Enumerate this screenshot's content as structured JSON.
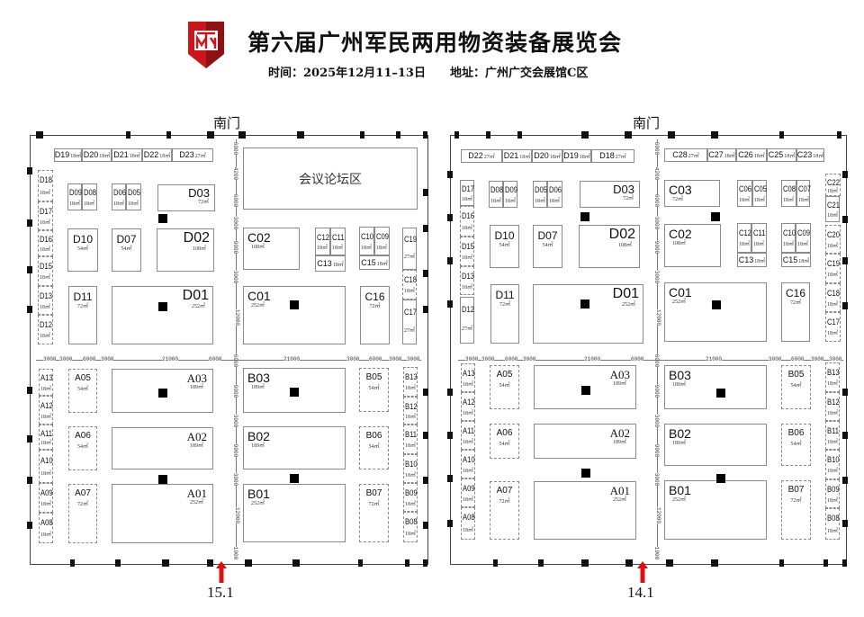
{
  "header": {
    "title": "第六届广州军民两用物资装备展览会",
    "time": "时间：2025年12月11–13日",
    "address": "地址：广州广交会展馆C区",
    "logo_text": "JM",
    "logo_color": "#c8161d"
  },
  "colors": {
    "pillar": "#000000",
    "entrance_arrow": "#e01010",
    "booth_border": "#8a8a8a"
  },
  "halls": [
    {
      "gate": "南门",
      "entrance": "15.1",
      "forum": "会议论坛区",
      "dims": {
        "vertical": [
          "6000",
          "4200",
          "6000",
          "3000",
          "9000",
          "3000",
          "12000",
          "6000",
          "9000",
          "3000",
          "9000",
          "3000",
          "12000",
          "1000"
        ],
        "horizontal": [
          "3000",
          "3000",
          "6000",
          "3000",
          "21000",
          "6000",
          "21000",
          "3000",
          "6000",
          "3000",
          "3000"
        ]
      },
      "booths": [
        {
          "id": "D19",
          "area": "18㎡"
        },
        {
          "id": "D20",
          "area": "18㎡"
        },
        {
          "id": "D21",
          "area": "18㎡"
        },
        {
          "id": "D22",
          "area": "18㎡"
        },
        {
          "id": "D23",
          "area": "27㎡"
        },
        {
          "id": "D18",
          "area": "18㎡"
        },
        {
          "id": "D17",
          "area": "18㎡"
        },
        {
          "id": "D16",
          "area": "18㎡"
        },
        {
          "id": "D15",
          "area": "18㎡"
        },
        {
          "id": "D13",
          "area": "18㎡"
        },
        {
          "id": "D12",
          "area": "18㎡"
        },
        {
          "id": "D09",
          "area": "18㎡"
        },
        {
          "id": "D08",
          "area": "18㎡"
        },
        {
          "id": "D06",
          "area": "18㎡"
        },
        {
          "id": "D05",
          "area": "18㎡"
        },
        {
          "id": "D03",
          "area": "72㎡"
        },
        {
          "id": "D10",
          "area": "54㎡"
        },
        {
          "id": "D07",
          "area": "54㎡"
        },
        {
          "id": "D02",
          "area": "108㎡"
        },
        {
          "id": "D11",
          "area": "72㎡"
        },
        {
          "id": "D01",
          "area": "252㎡"
        },
        {
          "id": "C02",
          "area": "108㎡"
        },
        {
          "id": "C12",
          "area": "18㎡"
        },
        {
          "id": "C11",
          "area": "18㎡"
        },
        {
          "id": "C13",
          "area": "18㎡"
        },
        {
          "id": "C10",
          "area": "18㎡"
        },
        {
          "id": "C09",
          "area": "18㎡"
        },
        {
          "id": "C15",
          "area": "18㎡"
        },
        {
          "id": "C19",
          "area": "27㎡"
        },
        {
          "id": "C18",
          "area": "18㎡"
        },
        {
          "id": "C17",
          "area": "27㎡"
        },
        {
          "id": "C01",
          "area": "252㎡"
        },
        {
          "id": "C16",
          "area": "72㎡"
        },
        {
          "id": "A13",
          "area": "18㎡"
        },
        {
          "id": "A12",
          "area": "18㎡"
        },
        {
          "id": "A11",
          "area": "18㎡"
        },
        {
          "id": "A10",
          "area": "18㎡"
        },
        {
          "id": "A09",
          "area": "18㎡"
        },
        {
          "id": "A08",
          "area": "18㎡"
        },
        {
          "id": "A05",
          "area": "54㎡"
        },
        {
          "id": "A06",
          "area": "54㎡"
        },
        {
          "id": "A07",
          "area": "72㎡"
        },
        {
          "id": "A03",
          "area": "189㎡"
        },
        {
          "id": "A02",
          "area": "189㎡"
        },
        {
          "id": "A01",
          "area": "252㎡"
        },
        {
          "id": "B03",
          "area": "189㎡"
        },
        {
          "id": "B02",
          "area": "189㎡"
        },
        {
          "id": "B01",
          "area": "252㎡"
        },
        {
          "id": "B05",
          "area": "54㎡"
        },
        {
          "id": "B06",
          "area": "54㎡"
        },
        {
          "id": "B07",
          "area": "72㎡"
        },
        {
          "id": "B13",
          "area": "18㎡"
        },
        {
          "id": "B12",
          "area": "18㎡"
        },
        {
          "id": "B11",
          "area": "18㎡"
        },
        {
          "id": "B10",
          "area": "18㎡"
        },
        {
          "id": "B09",
          "area": "18㎡"
        },
        {
          "id": "B08",
          "area": "18㎡"
        }
      ]
    },
    {
      "gate": "南门",
      "entrance": "14.1",
      "dims": {
        "vertical": [
          "6000",
          "4200",
          "6000",
          "3000",
          "9000",
          "3000",
          "12000",
          "6000",
          "9000",
          "3000",
          "9000",
          "3000",
          "12000",
          "1000"
        ],
        "horizontal": [
          "3000",
          "3000",
          "6000",
          "3000",
          "21000",
          "6000",
          "21000",
          "3000",
          "6000",
          "3000",
          "3000"
        ]
      },
      "booths": [
        {
          "id": "D22",
          "area": "27㎡"
        },
        {
          "id": "D21",
          "area": "18㎡"
        },
        {
          "id": "D20",
          "area": "18㎡"
        },
        {
          "id": "D19",
          "area": "18㎡"
        },
        {
          "id": "D18",
          "area": "27㎡"
        },
        {
          "id": "D17",
          "area": "18㎡"
        },
        {
          "id": "D16",
          "area": "18㎡"
        },
        {
          "id": "D15",
          "area": "18㎡"
        },
        {
          "id": "D13",
          "area": "18㎡"
        },
        {
          "id": "D12",
          "area": "27㎡"
        },
        {
          "id": "D08",
          "area": "18㎡"
        },
        {
          "id": "D09",
          "area": "18㎡"
        },
        {
          "id": "D05",
          "area": "18㎡"
        },
        {
          "id": "D06",
          "area": "18㎡"
        },
        {
          "id": "D03",
          "area": "72㎡"
        },
        {
          "id": "D10",
          "area": "54㎡"
        },
        {
          "id": "D07",
          "area": "54㎡"
        },
        {
          "id": "D02",
          "area": "108㎡"
        },
        {
          "id": "D11",
          "area": "72㎡"
        },
        {
          "id": "D01",
          "area": "252㎡"
        },
        {
          "id": "C28",
          "area": "27㎡"
        },
        {
          "id": "C27",
          "area": "18㎡"
        },
        {
          "id": "C26",
          "area": "18㎡"
        },
        {
          "id": "C25",
          "area": "18㎡"
        },
        {
          "id": "C23",
          "area": "18㎡"
        },
        {
          "id": "C22",
          "area": "18㎡"
        },
        {
          "id": "C21",
          "area": "18㎡"
        },
        {
          "id": "C20",
          "area": "18㎡"
        },
        {
          "id": "C19",
          "area": "18㎡"
        },
        {
          "id": "C18",
          "area": "18㎡"
        },
        {
          "id": "C17",
          "area": "18㎡"
        },
        {
          "id": "C03",
          "area": "72㎡"
        },
        {
          "id": "C06",
          "area": "18㎡"
        },
        {
          "id": "C05",
          "area": "18㎡"
        },
        {
          "id": "C08",
          "area": "18㎡"
        },
        {
          "id": "C07",
          "area": "18㎡"
        },
        {
          "id": "C02",
          "area": "108㎡"
        },
        {
          "id": "C12",
          "area": "18㎡"
        },
        {
          "id": "C11",
          "area": "18㎡"
        },
        {
          "id": "C13",
          "area": "18㎡"
        },
        {
          "id": "C10",
          "area": "18㎡"
        },
        {
          "id": "C09",
          "area": "18㎡"
        },
        {
          "id": "C15",
          "area": "18㎡"
        },
        {
          "id": "C01",
          "area": "252㎡"
        },
        {
          "id": "C16",
          "area": "72㎡"
        },
        {
          "id": "A13",
          "area": "18㎡"
        },
        {
          "id": "A12",
          "area": "18㎡"
        },
        {
          "id": "A11",
          "area": "18㎡"
        },
        {
          "id": "A10",
          "area": "18㎡"
        },
        {
          "id": "A09",
          "area": "18㎡"
        },
        {
          "id": "A08",
          "area": "18㎡"
        },
        {
          "id": "A05",
          "area": "54㎡"
        },
        {
          "id": "A06",
          "area": "54㎡"
        },
        {
          "id": "A07",
          "area": "72㎡"
        },
        {
          "id": "A03",
          "area": "189㎡"
        },
        {
          "id": "A02",
          "area": "189㎡"
        },
        {
          "id": "A01",
          "area": "252㎡"
        },
        {
          "id": "B03",
          "area": "189㎡"
        },
        {
          "id": "B02",
          "area": "189㎡"
        },
        {
          "id": "B01",
          "area": "252㎡"
        },
        {
          "id": "B05",
          "area": "54㎡"
        },
        {
          "id": "B06",
          "area": "54㎡"
        },
        {
          "id": "B07",
          "area": "72㎡"
        },
        {
          "id": "B13",
          "area": "18㎡"
        },
        {
          "id": "B12",
          "area": "18㎡"
        },
        {
          "id": "B11",
          "area": "18㎡"
        },
        {
          "id": "B10",
          "area": "18㎡"
        },
        {
          "id": "B09",
          "area": "18㎡"
        },
        {
          "id": "B08",
          "area": "18㎡"
        }
      ]
    }
  ]
}
